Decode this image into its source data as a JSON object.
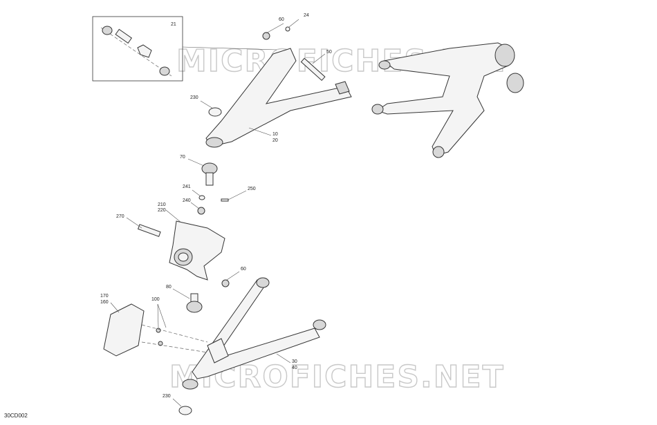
{
  "diagram": {
    "reference_code": "30CD002",
    "watermarks": [
      "MICROFICHES.NET",
      "MICROFICHES.NET"
    ],
    "inset": {
      "label": "21"
    },
    "callouts": [
      {
        "id": "c24",
        "text": "24"
      },
      {
        "id": "c60a",
        "text": "60"
      },
      {
        "id": "c50",
        "text": "50"
      },
      {
        "id": "c230a",
        "text": "230"
      },
      {
        "id": "c10",
        "text": "10"
      },
      {
        "id": "c20",
        "text": "20"
      },
      {
        "id": "c70",
        "text": "70"
      },
      {
        "id": "c241",
        "text": "241"
      },
      {
        "id": "c250",
        "text": "250"
      },
      {
        "id": "c240",
        "text": "240"
      },
      {
        "id": "c210",
        "text": "210"
      },
      {
        "id": "c220",
        "text": "220"
      },
      {
        "id": "c270",
        "text": "270"
      },
      {
        "id": "c60b",
        "text": "60"
      },
      {
        "id": "c80",
        "text": "80"
      },
      {
        "id": "c100",
        "text": "100"
      },
      {
        "id": "c170",
        "text": "170"
      },
      {
        "id": "c160",
        "text": "160"
      },
      {
        "id": "c30",
        "text": "30"
      },
      {
        "id": "c40",
        "text": "40"
      },
      {
        "id": "c230b",
        "text": "230"
      }
    ]
  }
}
